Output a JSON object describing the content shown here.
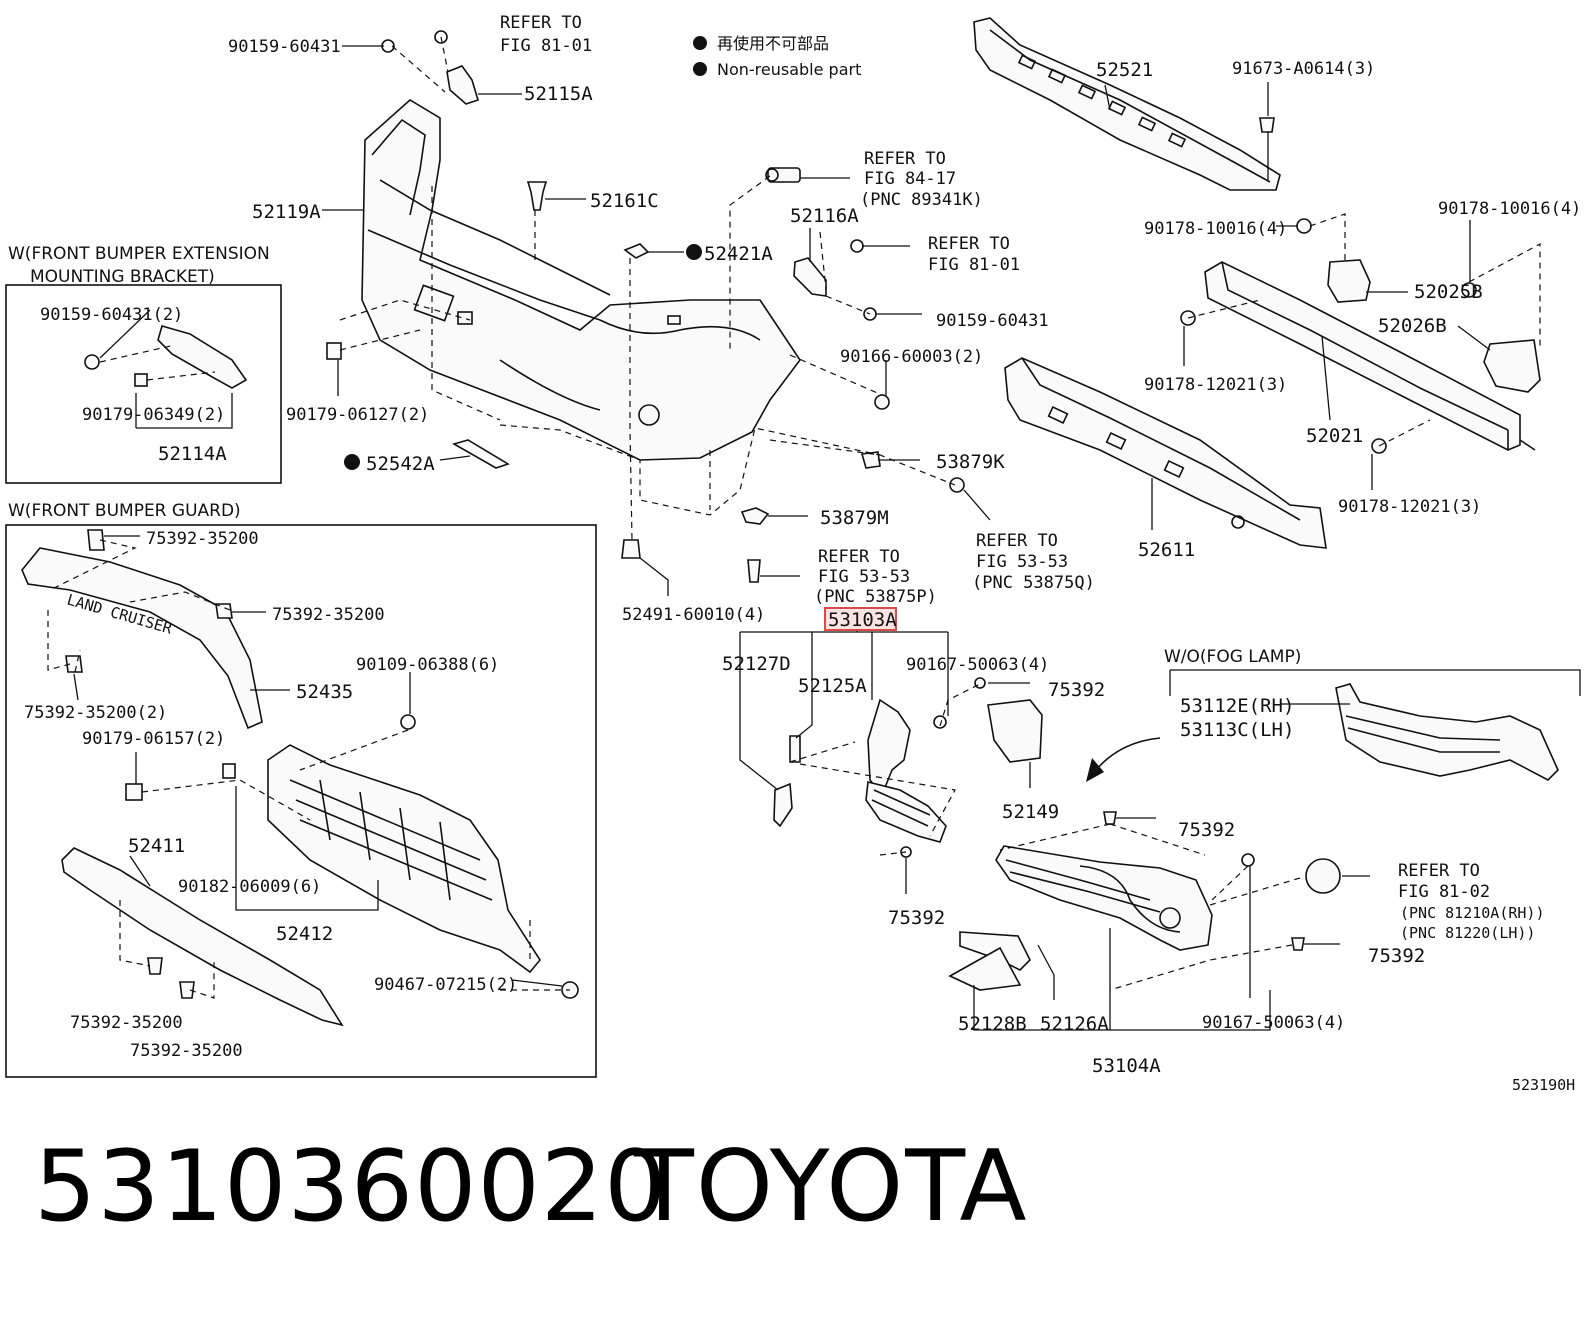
{
  "legend": {
    "jp": "再使用不可部品",
    "en": "Non-reusable part"
  },
  "fig_code": "523190H",
  "footer": {
    "part_number": "5310360020",
    "brand": "TOYOTA"
  },
  "boxes": {
    "extension_title_1": "W(FRONT BUMPER EXTENSION",
    "extension_title_2": "MOUNTING BRACKET)",
    "guard_title": "W(FRONT BUMPER GUARD)",
    "fog_title": "W/O(FOG LAMP)"
  },
  "emblem_text": "LAND CRUISER",
  "labels": {
    "p90159_60431_top": "90159-60431",
    "refer_81_01_a": "REFER TO",
    "refer_81_01_a2": "FIG 81-01",
    "p52115A": "52115A",
    "p52119A": "52119A",
    "p52161C": "52161C",
    "refer_84_17_1": "REFER TO",
    "refer_84_17_2": "FIG 84-17",
    "refer_84_17_3": "(PNC 89341K)",
    "p52116A": "52116A",
    "refer_81_01_b": "REFER TO",
    "refer_81_01_b2": "FIG 81-01",
    "p52421A": "52421A",
    "p90159_60431_mid": "90159-60431",
    "p90166_60003": "90166-60003(2)",
    "p90179_06127": "90179-06127(2)",
    "p52542A": "52542A",
    "p53879K": "53879K",
    "p53879M": "53879M",
    "refer_53_53_a1": "REFER TO",
    "refer_53_53_a2": "FIG 53-53",
    "refer_53_53_a3": "(PNC 53875P)",
    "refer_53_53_b1": "REFER TO",
    "refer_53_53_b2": "FIG 53-53",
    "refer_53_53_b3": "(PNC 53875Q)",
    "p52491_60010": "52491-60010(4)",
    "p53103A": "53103A",
    "p52127D": "52127D",
    "p52125A": "52125A",
    "p90167_50063_top": "90167-50063(4)",
    "p75392_a": "75392",
    "p52149": "52149",
    "p75392_b": "75392",
    "p75392_c": "75392",
    "p75392_d": "75392",
    "refer_81_02_1": "REFER TO",
    "refer_81_02_2": "FIG 81-02",
    "refer_81_02_3": "(PNC 81210A(RH))",
    "refer_81_02_4": "(PNC 81220(LH))",
    "p52128B": "52128B",
    "p52126A": "52126A",
    "p53104A": "53104A",
    "p90167_50063_bot": "90167-50063(4)",
    "p53112E": "53112E(RH)",
    "p53113C": "53113C(LH)",
    "p52521": "52521",
    "p91673_A0614": "91673-A0614(3)",
    "p90178_10016_a": "90178-10016(4)",
    "p90178_10016_b": "90178-10016(4)",
    "p52025B": "52025B",
    "p52026B": "52026B",
    "p90178_12021_a": "90178-12021(3)",
    "p52021": "52021",
    "p90178_12021_b": "90178-12021(3)",
    "p52611": "52611",
    "p90159_60431_box": "90159-60431(2)",
    "p90179_06349": "90179-06349(2)",
    "p52114A": "52114A",
    "p75392_35200_a": "75392-35200",
    "p75392_35200_b": "75392-35200",
    "p75392_35200_c": "75392-35200(2)",
    "p52435": "52435",
    "p90109_06388": "90109-06388(6)",
    "p90179_06157": "90179-06157(2)",
    "p52411": "52411",
    "p90182_06009": "90182-06009(6)",
    "p52412": "52412",
    "p90467_07215": "90467-07215(2)",
    "p75392_35200_d": "75392-35200",
    "p75392_35200_e": "75392-35200"
  }
}
